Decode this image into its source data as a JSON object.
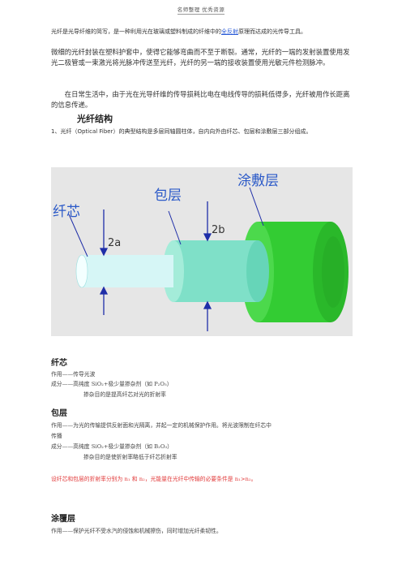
{
  "header": "名师整理   优秀资源",
  "intro": {
    "before_link": "光纤是光导纤维的简写，是一种利用光在玻璃或塑料制成的纤维中的",
    "link": "全反射",
    "after_link": "原理而达成的光传导工具。"
  },
  "paragraph2": "微细的光纤封装在塑料护套中，使得它能够弯曲而不至于断裂。通常，光纤的一端的发射装置使用发光二极管或一束激光将光脉冲传送至光纤，光纤的另一端的接收装置使用光敏元件检测脉冲。",
  "paragraph3": "在日常生活中，由于光在光导纤维的传导损耗比电在电线传导的损耗低得多，光纤被用作长距离的信息传递。",
  "section_title": "光纤结构",
  "structure_text": "1、光纤（Optical Fiber）的典型结构是多层同轴圆柱体，自内向外由纤芯、包层和涂敷层三部分组成。",
  "figure": {
    "label_core": "纤芯",
    "label_cladding": "包层",
    "label_coating": "涂敷层",
    "label_2a": "2a",
    "label_2b": "2b",
    "colors": {
      "background": "#e7e7e7",
      "core": "#d6f6f6",
      "cladding": "#7fe0c8",
      "coating": "#33cc33",
      "arrow": "#1f2ea8",
      "label_text": "#2a59c8"
    }
  },
  "core": {
    "title": "纤芯",
    "function": "作用——传导光波",
    "composition": "成分——高纯度 SiO₂+极少量掺杂剂（如 P₂O₅）",
    "purpose": "掺杂目的是提高纤芯对光的折射率"
  },
  "cladding": {
    "title": "包层",
    "function_line1": "作用——为光的传输提供反射面和光隔离，并起一定的机械保护作用。将光波限制在纤芯中",
    "function_line2": "传播",
    "composition": "成分——高纯度 SiO₂+极少量掺杂剂（如 B₂O₃）",
    "purpose": "掺杂目的是使折射率略低于纤芯折射率"
  },
  "note": "设纤芯和包层的折射率分别为 n₁ 和 n₂，光能量在光纤中传输的必要条件是 n₁>n₂。",
  "coating": {
    "title": "涂覆层",
    "function": "作用——保护光纤不受水汽的侵蚀和机械擦伤，同时增加光纤柔韧性。"
  }
}
